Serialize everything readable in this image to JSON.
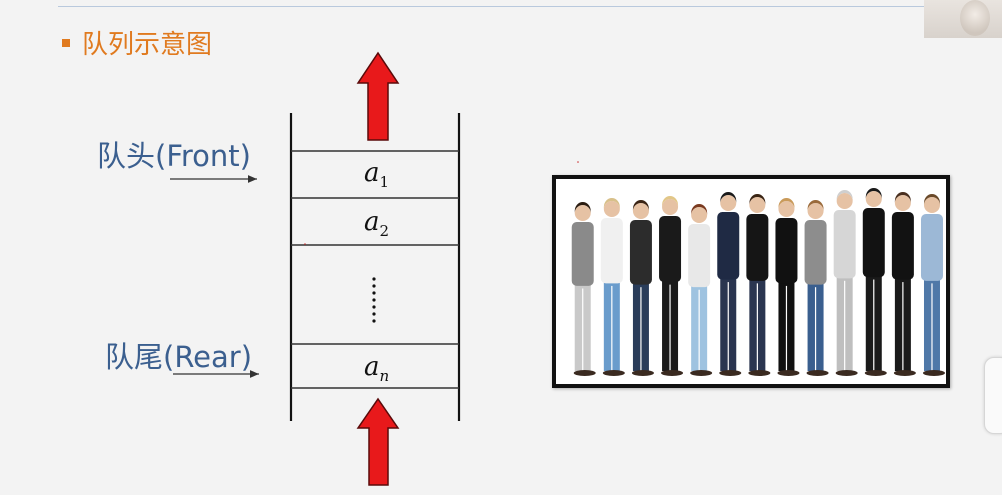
{
  "slide": {
    "title": "队列示意图"
  },
  "diagram": {
    "front_label": "队头(Front)",
    "rear_label": "队尾(Rear)",
    "cells": [
      {
        "base": "a",
        "sub": "1"
      },
      {
        "base": "a",
        "sub": "2"
      },
      {
        "base": "a",
        "sub": "n"
      }
    ],
    "ellipsis": "⋮",
    "arrow_color": "#e8191b"
  },
  "photo": {
    "subject": "people standing in a queue",
    "people_count": 13
  },
  "colors": {
    "title": "#e07a1f",
    "label": "#3b5f8f",
    "background": "#f3f3f3"
  }
}
